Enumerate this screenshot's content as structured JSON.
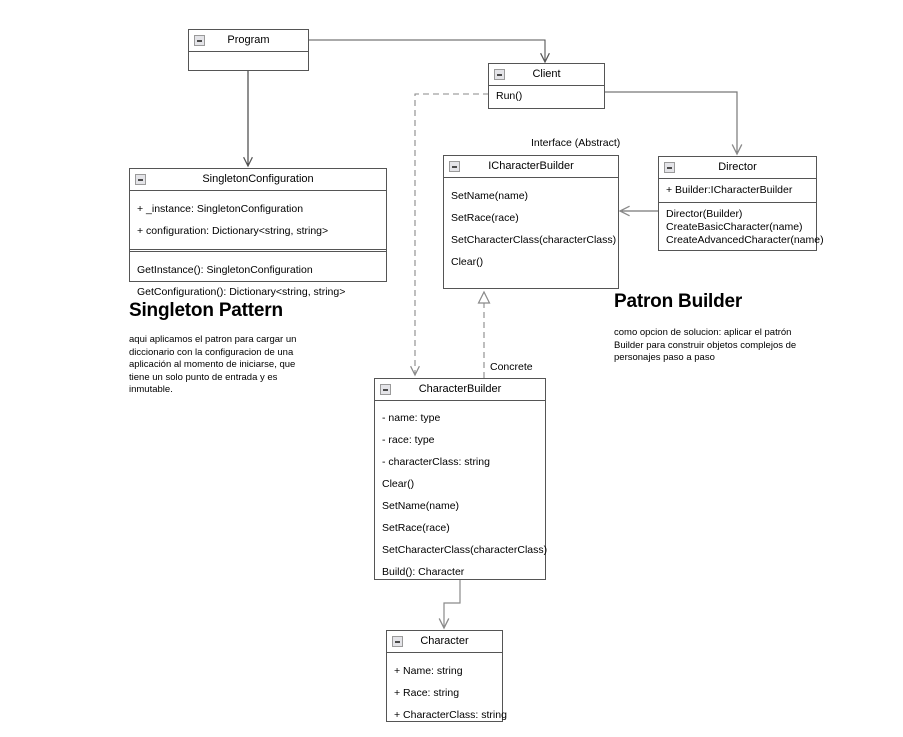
{
  "diagram": {
    "type": "uml-class-diagram",
    "background": "#ffffff",
    "line_color_dark": "#555555",
    "line_color_gray": "#888888"
  },
  "boxes": {
    "program": {
      "title": "Program",
      "compartments": [
        []
      ]
    },
    "client": {
      "title": "Client",
      "methods": [
        "Run()"
      ]
    },
    "singleton": {
      "title": "SingletonConfiguration",
      "attributes": [
        "+ _instance: SingletonConfiguration",
        "+ configuration: Dictionary<string, string>"
      ],
      "methods": [
        "GetInstance(): SingletonConfiguration",
        "GetConfiguration(): Dictionary<string, string>"
      ]
    },
    "icharacterbuilder": {
      "stereotype_label": "Interface (Abstract)",
      "title": "ICharacterBuilder",
      "methods": [
        "SetName(name)",
        "SetRace(race)",
        "SetCharacterClass(characterClass)",
        "Clear()"
      ]
    },
    "director": {
      "title": "Director",
      "attributes": [
        "+ Builder:ICharacterBuilder"
      ],
      "methods": [
        "Director(Builder)",
        "CreateBasicCharacter(name)",
        "CreateAdvancedCharacter(name)"
      ]
    },
    "characterbuilder": {
      "stereotype_label": "Concrete",
      "title": "CharacterBuilder",
      "members": [
        "- name: type",
        "- race: type",
        "- characterClass: string",
        "Clear()",
        "SetName(name)",
        "SetRace(race)",
        "SetCharacterClass(characterClass)",
        "Build(): Character"
      ]
    },
    "character": {
      "title": "Character",
      "attributes": [
        "+ Name: string",
        "+ Race: string",
        "+ CharacterClass: string"
      ]
    }
  },
  "annotations": {
    "singleton": {
      "title": "Singleton Pattern",
      "note": "aqui aplicamos el patron para cargar un diccionario con la configuracion de una aplicación al momento de iniciarse, que tiene un solo punto de entrada y es inmutable."
    },
    "builder": {
      "title": "Patron Builder",
      "note": "como opcion de solucion: aplicar el patrón Builder para construir objetos complejos de personajes paso a paso"
    }
  },
  "icons": {
    "collapse": "collapse-minus-icon"
  }
}
